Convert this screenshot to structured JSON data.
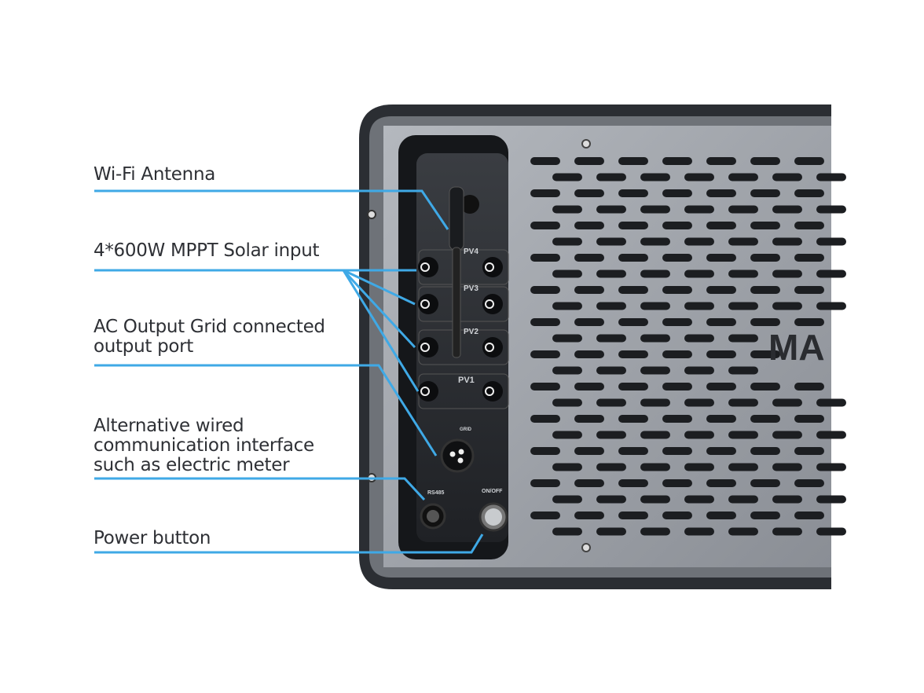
{
  "callouts": [
    {
      "id": "wifi",
      "lines": [
        "Wi-Fi Antenna"
      ]
    },
    {
      "id": "solar",
      "lines": [
        "4*600W MPPT Solar input"
      ]
    },
    {
      "id": "ac",
      "lines": [
        "AC Output Grid connected",
        "output port"
      ]
    },
    {
      "id": "comm",
      "lines": [
        "Alternative wired",
        "communication interface",
        "such as electric meter"
      ]
    },
    {
      "id": "power",
      "lines": [
        "Power button"
      ]
    }
  ],
  "device": {
    "brand_partial": "MA",
    "port_labels": [
      "PV4",
      "PV3",
      "PV2",
      "PV1",
      "GRID",
      "RS485",
      "ON/OFF"
    ]
  },
  "colors": {
    "callout_line": "#3fa9e6",
    "frame": "#2b2e33",
    "panel": "#9a9ea5"
  }
}
